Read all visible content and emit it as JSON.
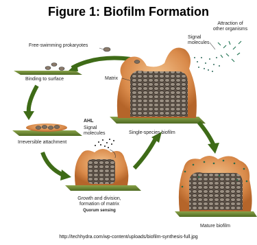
{
  "title": "Figure 1: Biofilm Formation",
  "labels": {
    "free_swimming": "Free-swimming prokaryotes",
    "binding": "Binding to surface",
    "irreversible": "Irreversible attachment",
    "ahl": "AHL",
    "signal_molecules_1": "Signal",
    "signal_molecules_2": "molecules",
    "growth_1": "Growth and division,",
    "growth_2": "formation of matrix",
    "quorum": "Quorum sensing",
    "matrix": "Matrix",
    "single_species": "Single-species biofilm",
    "top_signal_1": "Signal",
    "top_signal_2": "molecules",
    "attraction_1": "Attraction of",
    "attraction_2": "other organisms",
    "mature": "Mature biofilm"
  },
  "footer": "http://techhydra.com/wp-content/uploads/biofilm-synthesis-full.jpg",
  "colors": {
    "arrow": "#3e6b17",
    "surface": "#6f8a3a",
    "matrix": "#d98a4a",
    "bacteria": "#4a4038",
    "dots": "#2d6a5a"
  }
}
